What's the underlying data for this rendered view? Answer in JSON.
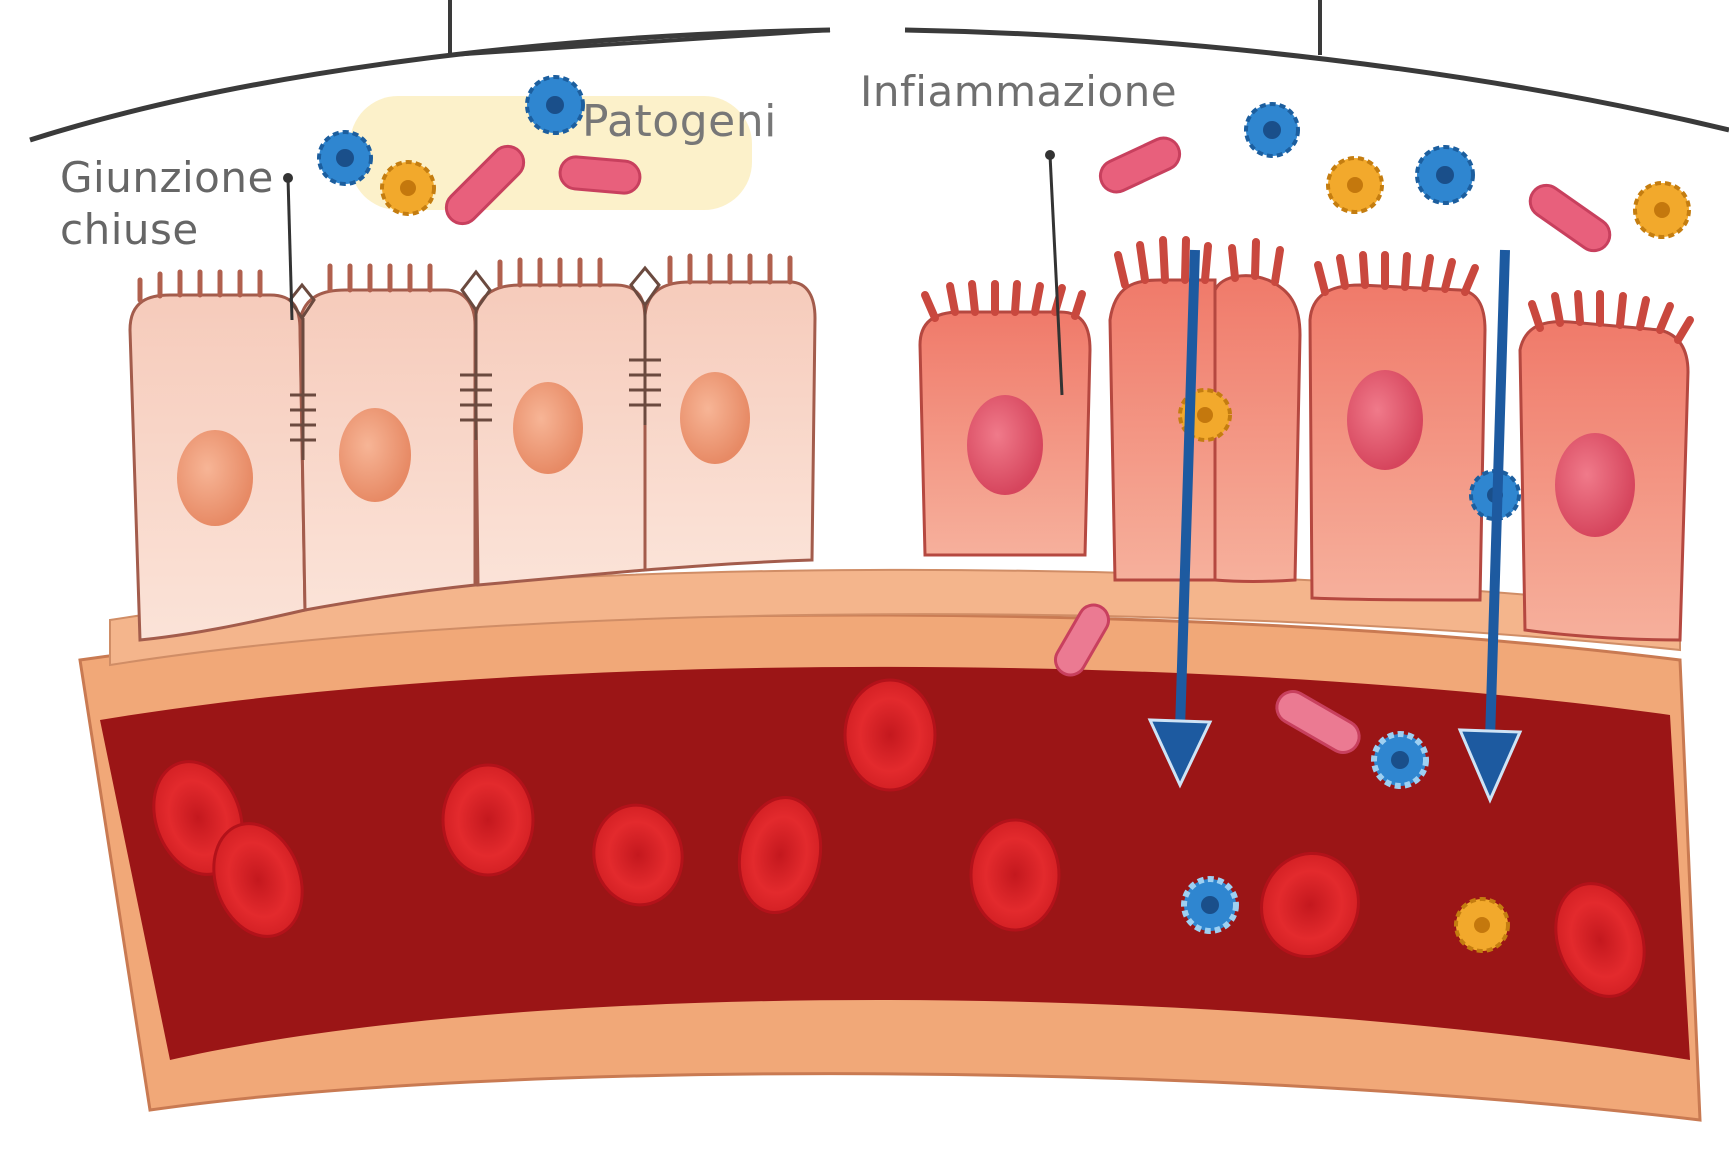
{
  "labels": {
    "tight_junction_line1": "Giunzione",
    "tight_junction_line2": "chiuse",
    "pathogens": "Patogeni",
    "inflammation": "Infiammazione"
  },
  "colors": {
    "healthy_cell": "#f8d5c8",
    "healthy_nucleus": "#ee9a78",
    "inflamed_cell": "#f29a86",
    "inflamed_nucleus": "#e1546b",
    "vessel_wall": "#f1a878",
    "blood": "#9b1516",
    "red_cell": "#e2262a",
    "pathogen_blue": "#2f86d0",
    "pathogen_orange": "#f2a92c",
    "pathogen_pink": "#e8607c",
    "arrow": "#1d5aa0"
  },
  "icons": [
    "blue-pathogen-icon",
    "orange-pathogen-icon",
    "rod-bacterium-icon",
    "red-blood-cell-icon",
    "arrow-down-icon",
    "tight-junction-icon"
  ]
}
